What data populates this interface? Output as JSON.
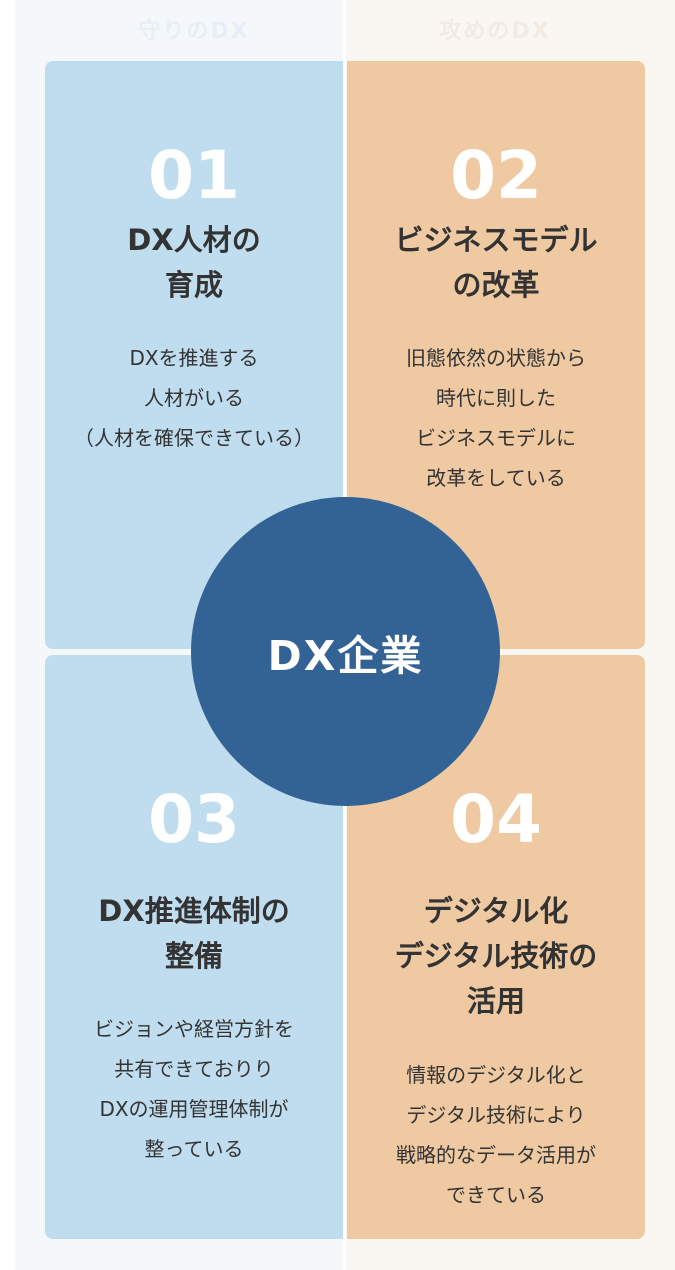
{
  "columns": {
    "left_header": "守りのDX",
    "right_header": "攻めのDX"
  },
  "center": {
    "label": "DX企業"
  },
  "quadrants": [
    {
      "number": "01",
      "title_lines": [
        "DX人材の",
        "育成"
      ],
      "desc_lines": [
        "DXを推進する",
        "人材がいる",
        "（人材を確保できている）"
      ]
    },
    {
      "number": "02",
      "title_lines": [
        "ビジネスモデル",
        "の改革"
      ],
      "desc_lines": [
        "旧態依然の状態から",
        "時代に則した",
        "ビジネスモデルに",
        "改革をしている"
      ]
    },
    {
      "number": "03",
      "title_lines": [
        "DX推進体制の",
        "整備"
      ],
      "desc_lines": [
        "ビジョンや経営方針を",
        "共有できておりり",
        "DXの運用管理体制が",
        "整っている"
      ]
    },
    {
      "number": "04",
      "title_lines": [
        "デジタル化",
        "デジタル技術の",
        "活用"
      ],
      "desc_lines": [
        "情報のデジタル化と",
        "デジタル技術により",
        "戦略的なデータ活用が",
        "できている"
      ]
    }
  ],
  "colors": {
    "blue_panel": "#c0dcef",
    "peach_panel": "#eec9a2",
    "circle": "#336394"
  }
}
